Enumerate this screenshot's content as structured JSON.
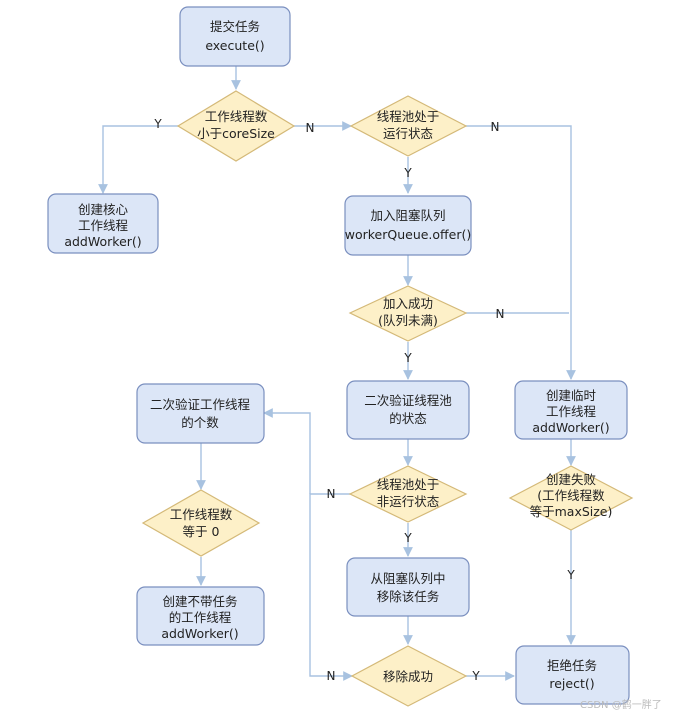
{
  "nodes": {
    "submit": {
      "lines": [
        "提交任务",
        "execute()"
      ]
    },
    "check_core": {
      "lines": [
        "工作线程数",
        "小于coreSize"
      ]
    },
    "pool_running": {
      "lines": [
        "线程池处于",
        "运行状态"
      ]
    },
    "create_core": {
      "lines": [
        "创建核心",
        "工作线程",
        "addWorker()"
      ]
    },
    "enqueue": {
      "lines": [
        "加入阻塞队列",
        "workerQueue.offer()"
      ]
    },
    "enqueue_ok": {
      "lines": [
        "加入成功",
        "(队列未满)"
      ]
    },
    "recheck_workers": {
      "lines": [
        "二次验证工作线程",
        "的个数"
      ]
    },
    "recheck_pool": {
      "lines": [
        "二次验证线程池",
        "的状态"
      ]
    },
    "create_temp": {
      "lines": [
        "创建临时",
        "工作线程",
        "addWorker()"
      ]
    },
    "workers_zero": {
      "lines": [
        "工作线程数",
        "等于 0"
      ]
    },
    "pool_not_running": {
      "lines": [
        "线程池处于",
        "非运行状态"
      ]
    },
    "create_fail": {
      "lines": [
        "创建失败",
        "(工作线程数",
        "等于maxSize)"
      ]
    },
    "remove_task": {
      "lines": [
        "从阻塞队列中",
        "移除该任务"
      ]
    },
    "create_no_task": {
      "lines": [
        "创建不带任务",
        "的工作线程",
        "addWorker()"
      ]
    },
    "remove_ok": {
      "lines": [
        "移除成功"
      ]
    },
    "reject": {
      "lines": [
        "拒绝任务",
        "reject()"
      ]
    }
  },
  "edge_labels": {
    "y": "Y",
    "n": "N"
  },
  "watermark": "CSDN @鹤一胖了",
  "colors": {
    "process_fill": "#dce6f7",
    "process_stroke": "#7a8fbf",
    "decision_fill": "#fdf0c8",
    "decision_stroke": "#d4b978",
    "arrow": "#a8c2e0"
  }
}
